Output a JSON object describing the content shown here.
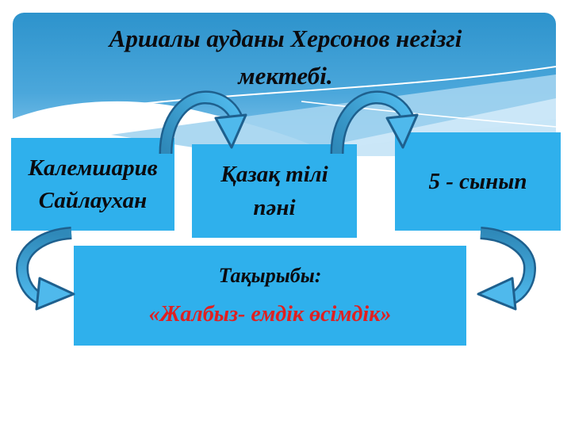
{
  "slide": {
    "title": {
      "line1": "Аршалы ауданы Херсонов негізгі",
      "line2": "мектебі."
    },
    "boxes": {
      "author": {
        "line1": "Калемшарив",
        "line2": "Сайлаухан"
      },
      "subject": {
        "line1": "Қазақ тілі",
        "line2": "пәні"
      },
      "grade": {
        "label": "5 - сынып"
      },
      "topic": {
        "heading": "Тақырыбы:",
        "title": "«Жалбыз- емдік өсімдік»"
      }
    },
    "icons": {
      "arrow_author_to_subject": "curved-arch-arrow-down",
      "arrow_subject_to_grade": "curved-arch-arrow-down",
      "arrow_author_to_topic": "curved-c-arrow-right",
      "arrow_grade_to_topic": "curved-c-arrow-left"
    }
  },
  "colors": {
    "headerBlue": "#2d93cc",
    "headerBlueMid": "#4ba7db",
    "headerBlueLight": "#8fcbee",
    "wedgeBlue": "#a3d4f0",
    "wedgeBlueLight": "#cde8f8",
    "boxBlue": "#2fb0ec",
    "arrowBlue": "#3fa9de",
    "arrowBlueLight": "#4fb9ec",
    "arrowBlueDeep": "#2f89b9",
    "arrowOutline": "#1e608e",
    "topicRed": "#e02020",
    "textDark": "#0b0b0f"
  }
}
